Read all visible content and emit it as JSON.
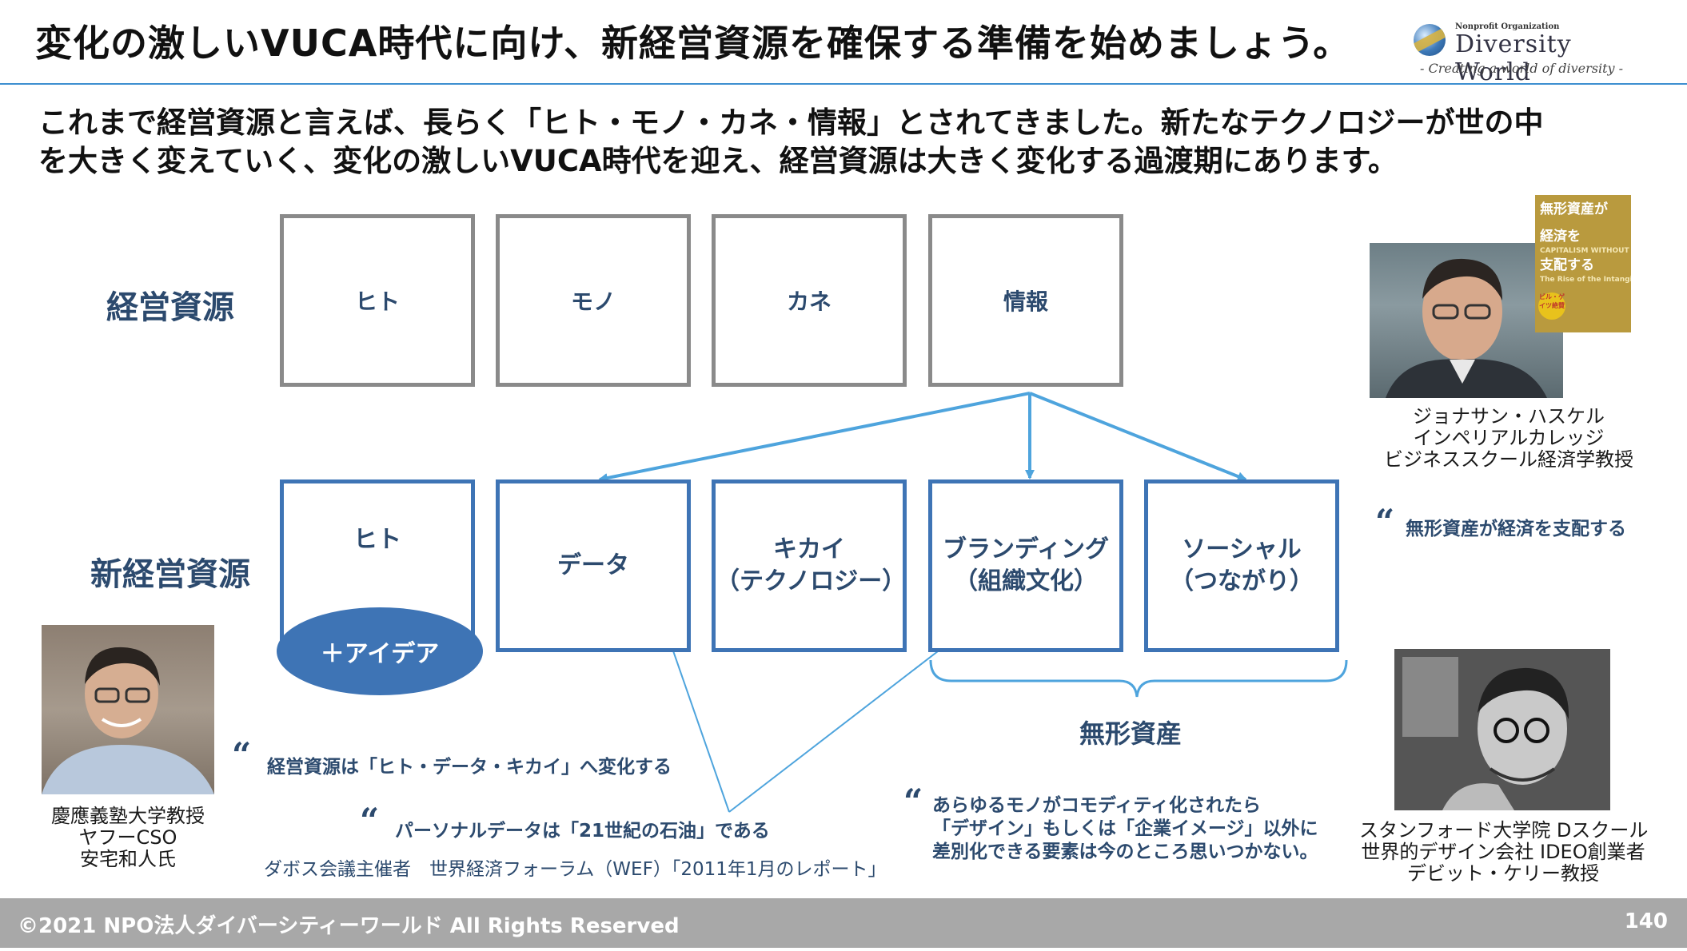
{
  "header": {
    "title": "変化の激しいVUCA時代に向け、新経営資源を確保する準備を始めましょう。",
    "logo": {
      "small": "Nonprofit Organization",
      "name": "Diversity World",
      "tagline": "- Creating a world of diversity -"
    }
  },
  "intro": {
    "line1": "これまで経営資源と言えば、長らく「ヒト・モノ・カネ・情報」とされてきました。新たなテクノロジーが世の中",
    "line2": "を大きく変えていく、変化の激しいVUCA時代を迎え、経営資源は大きく変化する過渡期にあります。"
  },
  "diagram": {
    "old_label": "経営資源",
    "old_boxes": [
      "ヒト",
      "モノ",
      "カネ",
      "情報"
    ],
    "new_label": "新経営資源",
    "new_boxes": [
      {
        "line1": "ヒト",
        "line2": ""
      },
      {
        "line1": "データ",
        "line2": ""
      },
      {
        "line1": "キカイ",
        "line2": "（テクノロジー）"
      },
      {
        "line1": "ブランディング",
        "line2": "（組織文化）"
      },
      {
        "line1": "ソーシャル",
        "line2": "（つながり）"
      }
    ],
    "idea_label": "＋アイデア",
    "intangible_label": "無形資産"
  },
  "people": {
    "haskel": {
      "caption": [
        "ジョナサン・ハスケル",
        "インペリアルカレッジ",
        "ビジネススクール経済学教授"
      ],
      "quote": "無形資産が経済を支配する"
    },
    "yasutake": {
      "caption": [
        "慶應義塾大学教授",
        "ヤフーCSO",
        "安宅和人氏"
      ],
      "quote": "経営資源は「ヒト・データ・キカイ」へ変化する"
    },
    "wef": {
      "quote": "パーソナルデータは「21世紀の石油」である",
      "source": "ダボス会議主催者　世界経済フォーラム（WEF）「2011年1月のレポート」"
    },
    "kelley": {
      "caption": [
        "スタンフォード大学院 Dスクール",
        "世界的デザイン会社 IDEO創業者",
        "デビット・ケリー教授"
      ],
      "quote": [
        "あらゆるモノがコモディティ化されたら",
        "「デザイン」もしくは「企業イメージ」以外に",
        "差別化できる要素は今のところ思いつかない。"
      ]
    }
  },
  "book": {
    "line1": "無形資産が",
    "line2": "経済を",
    "line3": "支配する",
    "en_line1": "CAPITALISM WITHOUT CAPITAL",
    "en_line2": "The Rise of the Intangible Economy",
    "badge": "ビル・ゲイツ絶賛"
  },
  "quote_mark": "“",
  "footer": {
    "copyright": "©2021 NPO法人ダイバーシティーワールド All Rights Reserved",
    "page": "140"
  },
  "colors": {
    "accent": "#3e74b5",
    "line": "#4ea4dd",
    "label": "#2c4a6e",
    "old_border": "#8a8a8a",
    "footer": "#a8a8a8"
  }
}
